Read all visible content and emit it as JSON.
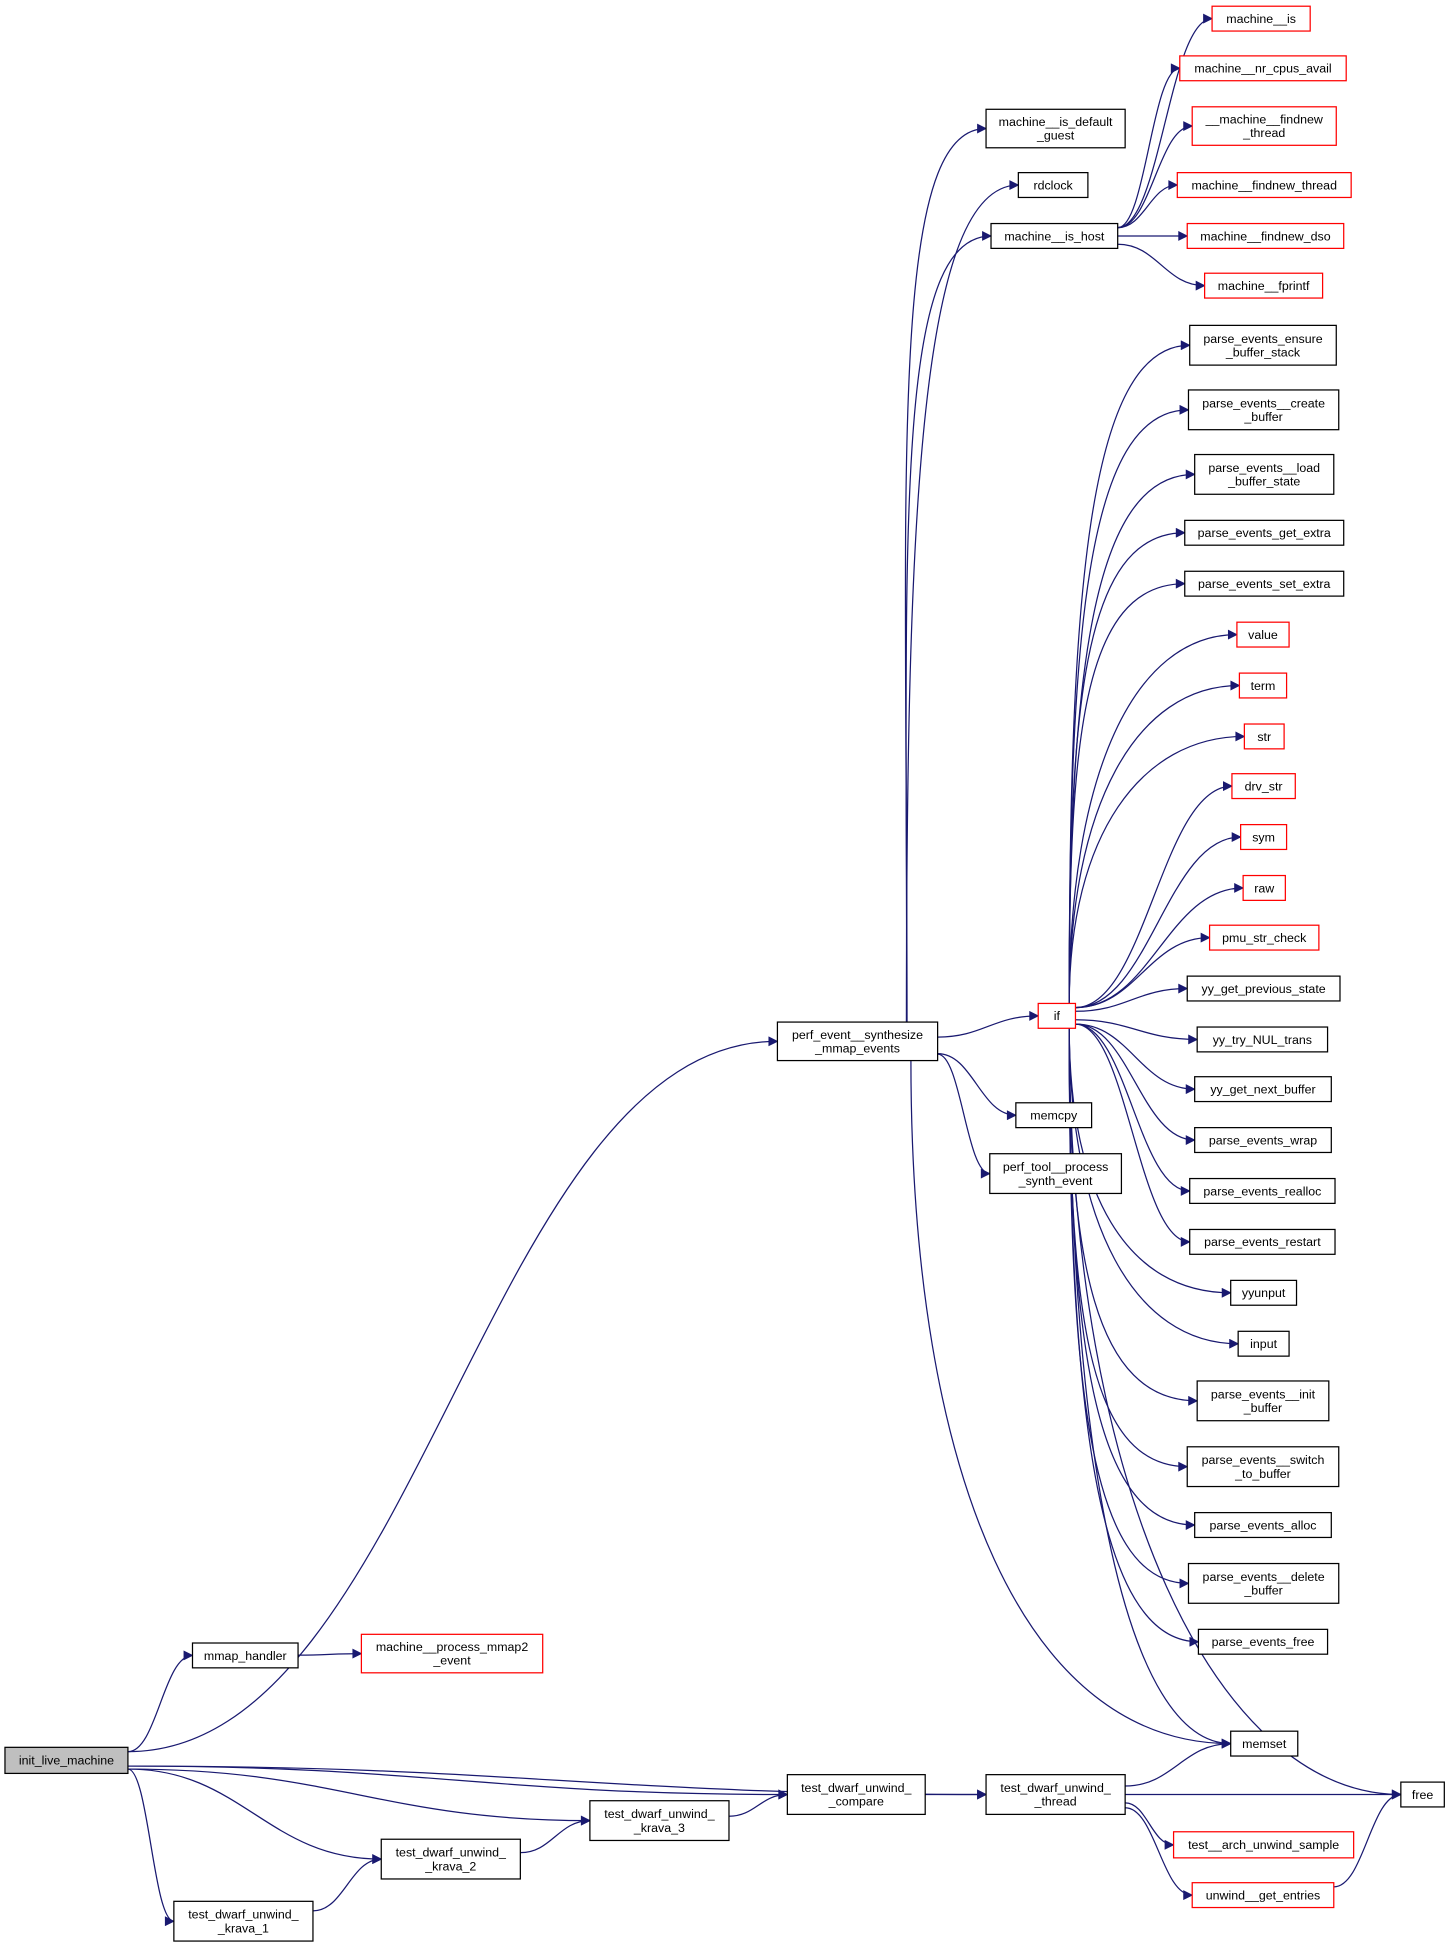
{
  "graph": {
    "title": "init_live_machine call graph",
    "colors": {
      "edge": "#191970",
      "undocumented": "#ff0000",
      "root_fill": "#bfbfbf"
    },
    "nodes": {
      "init_live_machine": {
        "lines": [
          "init_live_machine"
        ],
        "kind": "root"
      },
      "mmap_handler": {
        "lines": [
          "mmap_handler"
        ]
      },
      "machine__process_mmap2_event": {
        "lines": [
          "machine__process_mmap2",
          "_event"
        ],
        "kind": "red"
      },
      "perf_event__synthesize_mmap_events": {
        "lines": [
          "perf_event__synthesize",
          "_mmap_events"
        ]
      },
      "machine__is_default_guest": {
        "lines": [
          "machine__is_default",
          "_guest"
        ]
      },
      "rdclock": {
        "lines": [
          "rdclock"
        ]
      },
      "machine__is_host": {
        "lines": [
          "machine__is_host"
        ]
      },
      "machine__is": {
        "lines": [
          "machine__is"
        ],
        "kind": "red"
      },
      "machine__nr_cpus_avail": {
        "lines": [
          "machine__nr_cpus_avail"
        ],
        "kind": "red"
      },
      "__machine__findnew_thread": {
        "lines": [
          "__machine__findnew",
          "_thread"
        ],
        "kind": "red"
      },
      "machine__findnew_thread": {
        "lines": [
          "machine__findnew_thread"
        ],
        "kind": "red"
      },
      "machine__findnew_dso": {
        "lines": [
          "machine__findnew_dso"
        ],
        "kind": "red"
      },
      "machine__fprintf": {
        "lines": [
          "machine__fprintf"
        ],
        "kind": "red"
      },
      "parse_events_ensure_buffer_stack": {
        "lines": [
          "parse_events_ensure",
          "_buffer_stack"
        ]
      },
      "parse_events__create_buffer": {
        "lines": [
          "parse_events__create",
          "_buffer"
        ]
      },
      "parse_events__load_buffer_state": {
        "lines": [
          "parse_events__load",
          "_buffer_state"
        ]
      },
      "parse_events_get_extra": {
        "lines": [
          "parse_events_get_extra"
        ]
      },
      "parse_events_set_extra": {
        "lines": [
          "parse_events_set_extra"
        ]
      },
      "value": {
        "lines": [
          "value"
        ],
        "kind": "red"
      },
      "term": {
        "lines": [
          "term"
        ],
        "kind": "red"
      },
      "str": {
        "lines": [
          "str"
        ],
        "kind": "red"
      },
      "drv_str": {
        "lines": [
          "drv_str"
        ],
        "kind": "red"
      },
      "sym": {
        "lines": [
          "sym"
        ],
        "kind": "red"
      },
      "raw": {
        "lines": [
          "raw"
        ],
        "kind": "red"
      },
      "pmu_str_check": {
        "lines": [
          "pmu_str_check"
        ],
        "kind": "red"
      },
      "yy_get_previous_state": {
        "lines": [
          "yy_get_previous_state"
        ]
      },
      "yy_try_NUL_trans": {
        "lines": [
          "yy_try_NUL_trans"
        ]
      },
      "yy_get_next_buffer": {
        "lines": [
          "yy_get_next_buffer"
        ]
      },
      "parse_events_wrap": {
        "lines": [
          "parse_events_wrap"
        ]
      },
      "parse_events_realloc": {
        "lines": [
          "parse_events_realloc"
        ]
      },
      "parse_events_restart": {
        "lines": [
          "parse_events_restart"
        ]
      },
      "yyunput": {
        "lines": [
          "yyunput"
        ]
      },
      "input": {
        "lines": [
          "input"
        ]
      },
      "parse_events__init_buffer": {
        "lines": [
          "parse_events__init",
          "_buffer"
        ]
      },
      "parse_events__switch_to_buffer": {
        "lines": [
          "parse_events__switch",
          "_to_buffer"
        ]
      },
      "parse_events_alloc": {
        "lines": [
          "parse_events_alloc"
        ]
      },
      "parse_events__delete_buffer": {
        "lines": [
          "parse_events__delete",
          "_buffer"
        ]
      },
      "parse_events_free": {
        "lines": [
          "parse_events_free"
        ]
      },
      "if": {
        "lines": [
          "if"
        ],
        "kind": "red"
      },
      "memcpy": {
        "lines": [
          "memcpy"
        ]
      },
      "perf_tool__process_synth_event": {
        "lines": [
          "perf_tool__process",
          "_synth_event"
        ]
      },
      "memset": {
        "lines": [
          "memset"
        ]
      },
      "free": {
        "lines": [
          "free"
        ]
      },
      "test_dwarf_unwind__thread": {
        "lines": [
          "test_dwarf_unwind_",
          "_thread"
        ]
      },
      "test__arch_unwind_sample": {
        "lines": [
          "test__arch_unwind_sample"
        ],
        "kind": "red"
      },
      "unwind__get_entries": {
        "lines": [
          "unwind__get_entries"
        ],
        "kind": "red"
      },
      "test_dwarf_unwind__compare": {
        "lines": [
          "test_dwarf_unwind_",
          "_compare"
        ]
      },
      "test_dwarf_unwind__krava_3": {
        "lines": [
          "test_dwarf_unwind_",
          "_krava_3"
        ]
      },
      "test_dwarf_unwind__krava_2": {
        "lines": [
          "test_dwarf_unwind_",
          "_krava_2"
        ]
      },
      "test_dwarf_unwind__krava_1": {
        "lines": [
          "test_dwarf_unwind_",
          "_krava_1"
        ]
      }
    },
    "edges": [
      [
        "init_live_machine",
        "perf_event__synthesize_mmap_events"
      ],
      [
        "init_live_machine",
        "mmap_handler"
      ],
      [
        "init_live_machine",
        "test_dwarf_unwind__thread"
      ],
      [
        "init_live_machine",
        "test_dwarf_unwind__compare"
      ],
      [
        "init_live_machine",
        "test_dwarf_unwind__krava_3"
      ],
      [
        "init_live_machine",
        "test_dwarf_unwind__krava_2"
      ],
      [
        "init_live_machine",
        "test_dwarf_unwind__krava_1"
      ],
      [
        "mmap_handler",
        "machine__process_mmap2_event"
      ],
      [
        "perf_event__synthesize_mmap_events",
        "machine__is_default_guest"
      ],
      [
        "perf_event__synthesize_mmap_events",
        "rdclock"
      ],
      [
        "perf_event__synthesize_mmap_events",
        "machine__is_host"
      ],
      [
        "perf_event__synthesize_mmap_events",
        "if"
      ],
      [
        "perf_event__synthesize_mmap_events",
        "memcpy"
      ],
      [
        "perf_event__synthesize_mmap_events",
        "perf_tool__process_synth_event"
      ],
      [
        "perf_event__synthesize_mmap_events",
        "memset"
      ],
      [
        "machine__is_host",
        "machine__is"
      ],
      [
        "machine__is_host",
        "machine__nr_cpus_avail"
      ],
      [
        "machine__is_host",
        "__machine__findnew_thread"
      ],
      [
        "machine__is_host",
        "machine__findnew_thread"
      ],
      [
        "machine__is_host",
        "machine__findnew_dso"
      ],
      [
        "machine__is_host",
        "machine__fprintf"
      ],
      [
        "if",
        "parse_events_ensure_buffer_stack"
      ],
      [
        "if",
        "parse_events__create_buffer"
      ],
      [
        "if",
        "parse_events__load_buffer_state"
      ],
      [
        "if",
        "parse_events_get_extra"
      ],
      [
        "if",
        "parse_events_set_extra"
      ],
      [
        "if",
        "value"
      ],
      [
        "if",
        "term"
      ],
      [
        "if",
        "str"
      ],
      [
        "if",
        "drv_str"
      ],
      [
        "if",
        "sym"
      ],
      [
        "if",
        "raw"
      ],
      [
        "if",
        "pmu_str_check"
      ],
      [
        "if",
        "yy_get_previous_state"
      ],
      [
        "if",
        "yy_try_NUL_trans"
      ],
      [
        "if",
        "yy_get_next_buffer"
      ],
      [
        "if",
        "parse_events_wrap"
      ],
      [
        "if",
        "parse_events_realloc"
      ],
      [
        "if",
        "parse_events_restart"
      ],
      [
        "if",
        "yyunput"
      ],
      [
        "if",
        "input"
      ],
      [
        "if",
        "parse_events__init_buffer"
      ],
      [
        "if",
        "parse_events__switch_to_buffer"
      ],
      [
        "if",
        "parse_events_alloc"
      ],
      [
        "if",
        "parse_events__delete_buffer"
      ],
      [
        "if",
        "parse_events_free"
      ],
      [
        "if",
        "memset"
      ],
      [
        "if",
        "free"
      ],
      [
        "test_dwarf_unwind__krava_1",
        "test_dwarf_unwind__krava_2"
      ],
      [
        "test_dwarf_unwind__krava_2",
        "test_dwarf_unwind__krava_3"
      ],
      [
        "test_dwarf_unwind__krava_3",
        "test_dwarf_unwind__compare"
      ],
      [
        "test_dwarf_unwind__compare",
        "test_dwarf_unwind__thread"
      ],
      [
        "test_dwarf_unwind__thread",
        "memset"
      ],
      [
        "test_dwarf_unwind__thread",
        "free"
      ],
      [
        "test_dwarf_unwind__thread",
        "test__arch_unwind_sample"
      ],
      [
        "test_dwarf_unwind__thread",
        "unwind__get_entries"
      ],
      [
        "unwind__get_entries",
        "free"
      ]
    ]
  }
}
